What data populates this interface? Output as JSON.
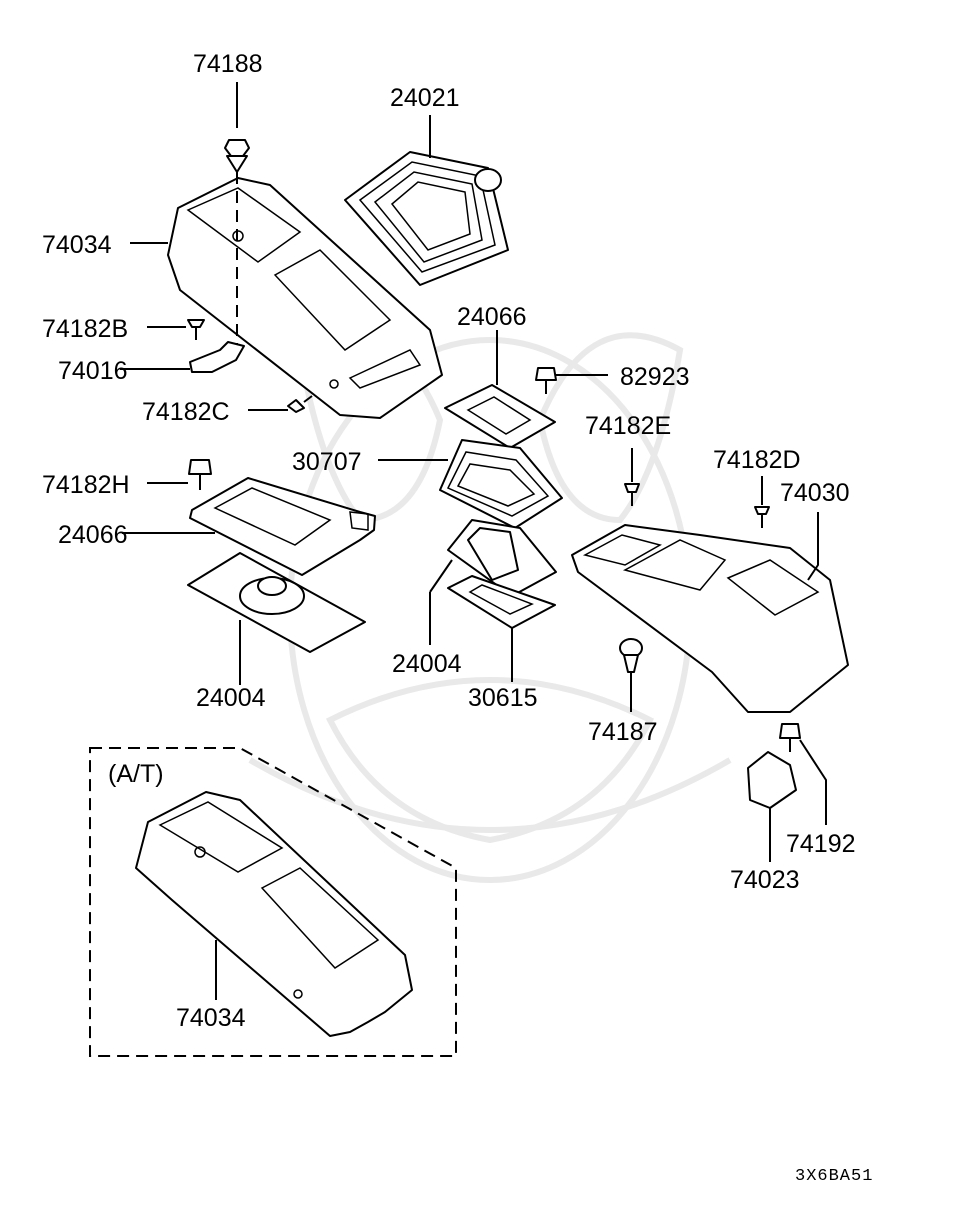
{
  "callouts": {
    "p74188": "74188",
    "p24021": "24021",
    "p74034_top": "74034",
    "p74182B": "74182B",
    "p74016": "74016",
    "p74182C": "74182C",
    "p24066_right": "24066",
    "p82923": "82923",
    "p30707": "30707",
    "p74182E": "74182E",
    "p74182D": "74182D",
    "p74030": "74030",
    "p74182H": "74182H",
    "p24066_left": "24066",
    "p24004_right": "24004",
    "p30615": "30615",
    "p24004_left": "24004",
    "p74187": "74187",
    "p74192": "74192",
    "p74023": "74023",
    "p74034_at": "74034"
  },
  "inset_label": "(A/T)",
  "diagram_code": "3X6BA51"
}
